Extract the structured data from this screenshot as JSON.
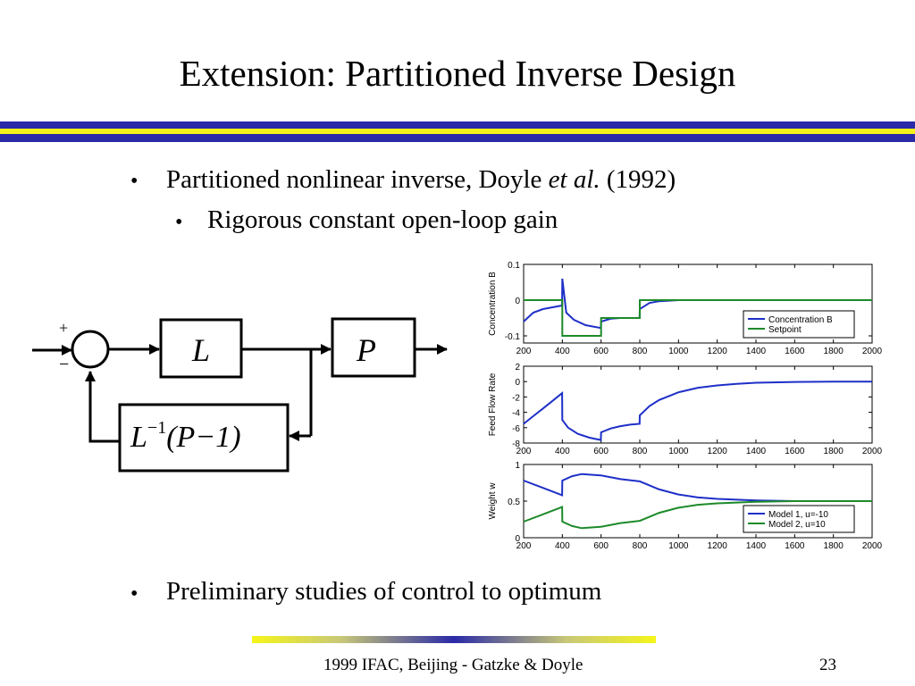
{
  "slide": {
    "title": "Extension: Partitioned Inverse Design",
    "bullet_glyph": "•",
    "bullets": [
      {
        "pre": "Partitioned nonlinear inverse, Doyle ",
        "em": "et al.",
        "post": " (1992)"
      },
      {
        "text": "Rigorous constant open-loop gain"
      },
      {
        "text": "Preliminary studies of control to optimum"
      }
    ],
    "footer": {
      "text": "1999 IFAC, Beijing - Gatzke & Doyle",
      "page": "23"
    },
    "colors": {
      "stripe_blue": "#2a2aa8",
      "stripe_yellow": "#f2f21a",
      "blue_series": "#1e2fc8",
      "green_series": "#1d8a2a"
    }
  },
  "diagram": {
    "plus": "+",
    "minus": "−",
    "block_L": "L",
    "block_P": "P",
    "block_inv": {
      "L": "L",
      "sup": "−1",
      "rest": "(P−1)"
    }
  },
  "chart_data": [
    {
      "type": "line",
      "ylabel": "Concentration B",
      "xlim": [
        200,
        2000
      ],
      "ylim": [
        -0.12,
        0.1
      ],
      "xticks": [
        200,
        400,
        600,
        800,
        1000,
        1200,
        1400,
        1600,
        1800,
        2000
      ],
      "yticks": [
        -0.1,
        0,
        0.1
      ],
      "yticklabels": [
        "-0.1",
        "0",
        "0.1"
      ],
      "legend_position": "lower-right",
      "series": [
        {
          "name": "Concentration B",
          "color": "blue",
          "x": [
            200,
            250,
            300,
            350,
            399,
            400,
            420,
            460,
            520,
            599,
            600,
            650,
            700,
            750,
            799,
            800,
            850,
            900,
            1000,
            1200,
            1600,
            2000
          ],
          "y": [
            -0.06,
            -0.035,
            -0.025,
            -0.02,
            -0.015,
            0.06,
            -0.035,
            -0.055,
            -0.07,
            -0.078,
            -0.06,
            -0.052,
            -0.05,
            -0.05,
            -0.05,
            -0.025,
            -0.008,
            -0.003,
            0,
            0,
            0,
            0
          ]
        },
        {
          "name": "Setpoint",
          "color": "green",
          "x": [
            200,
            400,
            400,
            600,
            600,
            800,
            800,
            2000
          ],
          "y": [
            0,
            0,
            -0.1,
            -0.1,
            -0.05,
            -0.05,
            0,
            0
          ]
        }
      ]
    },
    {
      "type": "line",
      "ylabel": "Feed Flow Rate",
      "xlim": [
        200,
        2000
      ],
      "ylim": [
        -8,
        2
      ],
      "xticks": [
        200,
        400,
        600,
        800,
        1000,
        1200,
        1400,
        1600,
        1800,
        2000
      ],
      "yticks": [
        -8,
        -6,
        -4,
        -2,
        0,
        2
      ],
      "yticklabels": [
        "-8",
        "-6",
        "-4",
        "-2",
        "0",
        "2"
      ],
      "series": [
        {
          "name": "",
          "color": "blue",
          "x": [
            200,
            250,
            300,
            350,
            399,
            400,
            430,
            480,
            540,
            599,
            600,
            650,
            700,
            750,
            799,
            800,
            850,
            900,
            1000,
            1100,
            1200,
            1300,
            1400,
            1600,
            1800,
            2000
          ],
          "y": [
            -5.5,
            -4.5,
            -3.5,
            -2.5,
            -1.5,
            -5,
            -6,
            -6.8,
            -7.3,
            -7.6,
            -6.6,
            -6.1,
            -5.8,
            -5.6,
            -5.5,
            -4.4,
            -3.2,
            -2.4,
            -1.4,
            -0.8,
            -0.5,
            -0.3,
            -0.15,
            -0.05,
            0,
            0
          ]
        }
      ]
    },
    {
      "type": "line",
      "ylabel": "Weight w",
      "xlim": [
        200,
        2000
      ],
      "ylim": [
        0,
        1
      ],
      "xticks": [
        200,
        400,
        600,
        800,
        1000,
        1200,
        1400,
        1600,
        1800,
        2000
      ],
      "yticks": [
        0,
        0.5,
        1
      ],
      "yticklabels": [
        "0",
        "0.5",
        "1"
      ],
      "legend_position": "lower-right",
      "series": [
        {
          "name": "Model 1, u=-10",
          "color": "blue",
          "x": [
            200,
            300,
            399,
            400,
            450,
            500,
            550,
            599,
            600,
            700,
            799,
            800,
            900,
            1000,
            1100,
            1200,
            1400,
            1600,
            2000
          ],
          "y": [
            0.78,
            0.68,
            0.58,
            0.78,
            0.84,
            0.87,
            0.86,
            0.85,
            0.85,
            0.8,
            0.77,
            0.77,
            0.66,
            0.59,
            0.55,
            0.53,
            0.51,
            0.5,
            0.5
          ]
        },
        {
          "name": "Model 2, u=10",
          "color": "green",
          "x": [
            200,
            300,
            399,
            400,
            450,
            500,
            550,
            599,
            600,
            700,
            799,
            800,
            900,
            1000,
            1100,
            1200,
            1400,
            1600,
            2000
          ],
          "y": [
            0.22,
            0.32,
            0.42,
            0.22,
            0.16,
            0.13,
            0.14,
            0.15,
            0.15,
            0.2,
            0.23,
            0.23,
            0.34,
            0.41,
            0.45,
            0.47,
            0.49,
            0.5,
            0.5
          ]
        }
      ]
    }
  ]
}
